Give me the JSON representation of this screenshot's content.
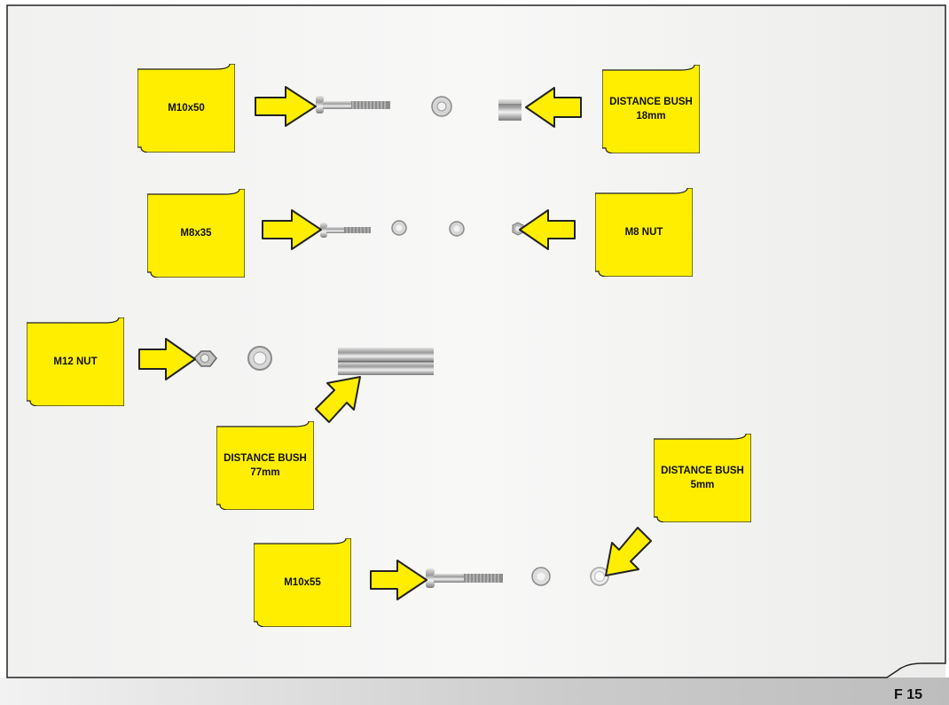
{
  "page": {
    "figure_label": "F 15"
  },
  "labels": {
    "m10x50": {
      "line1": "M10x50",
      "line2": ""
    },
    "bush18": {
      "line1": "DISTANCE BUSH",
      "line2": "18mm"
    },
    "m8x35": {
      "line1": "M8x35",
      "line2": ""
    },
    "m8nut": {
      "line1": "M8 NUT",
      "line2": ""
    },
    "m12nut": {
      "line1": "M12 NUT",
      "line2": ""
    },
    "bush77": {
      "line1": "DISTANCE BUSH",
      "line2": "77mm"
    },
    "bush5": {
      "line1": "DISTANCE BUSH",
      "line2": "5mm"
    },
    "m10x55": {
      "line1": "M10x55",
      "line2": ""
    }
  },
  "colors": {
    "label_fill": "#ffee00",
    "arrow_fill": "#ffee00",
    "outline": "#222222",
    "background": "#f4f4f3",
    "footer_band": "#cfcfcf"
  }
}
